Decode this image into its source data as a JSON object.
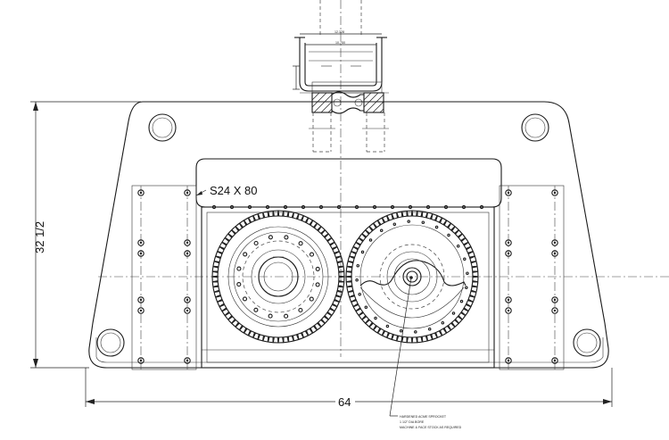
{
  "dimensions": {
    "height_label": "32 1/2",
    "width_label": "64",
    "top_dim_outer": "12.328",
    "top_dim_inner": "10.750"
  },
  "callouts": {
    "sprocket_label": "S24 X 80",
    "note_line_1": "HARDENED ACME SPROCKET",
    "note_line_2": "1 1/2\" DIA BORE",
    "note_line_3": "MACHINE & FACE STOCK AS REQUIRED"
  }
}
